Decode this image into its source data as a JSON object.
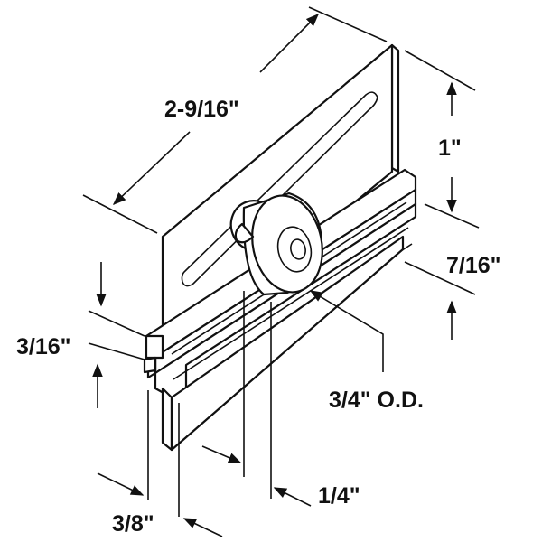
{
  "dimensions": {
    "length": "2-9/16\"",
    "height": "1\"",
    "flange_height": "7/16\"",
    "tongue_height": "3/16\"",
    "wheel_diameter": "3/4\" O.D.",
    "wheel_width": "1/4\"",
    "base_depth": "3/8\""
  },
  "colors": {
    "line": "#111111",
    "fill": "#ffffff"
  }
}
